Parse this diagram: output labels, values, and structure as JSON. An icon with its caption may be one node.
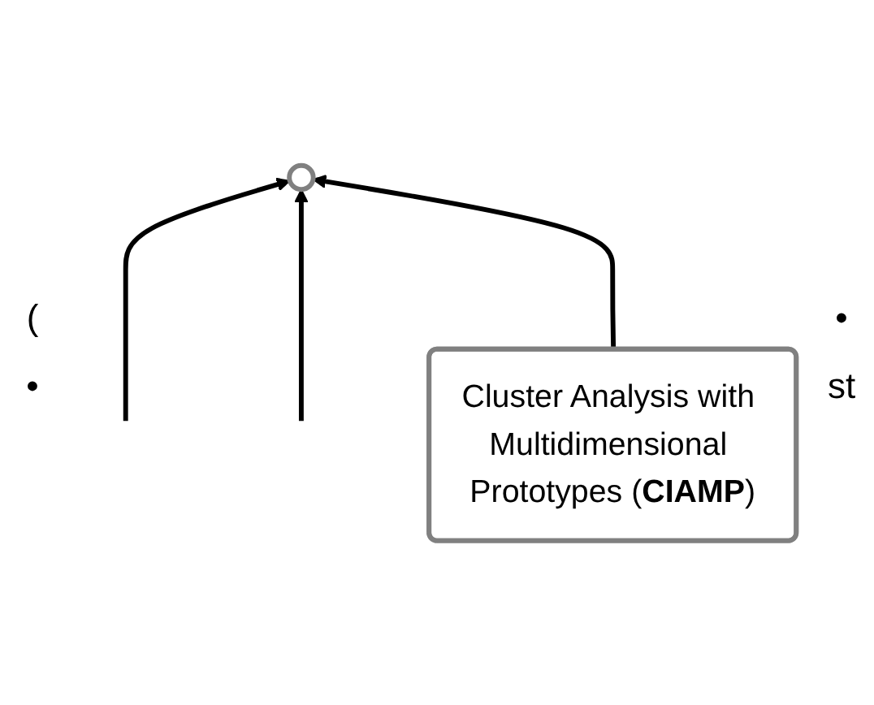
{
  "diagram": {
    "nodes": [
      {
        "text": [],
        "shape": "circle"
      },
      {
        "text": [
          "Cluster Analysis with Multidimensional Prototypes (**CIAMP**)"
        ]
      }
    ],
    "edges": [
      {
        "from": null,
        "to": 0,
        "arrow": "to"
      },
      {
        "from": null,
        "to": 0,
        "arrow": "to"
      },
      {
        "from": 1,
        "to": 0,
        "arrow": "to"
      }
    ],
    "labels": [
      "•",
      "(",
      "st",
      "•"
    ]
  }
}
